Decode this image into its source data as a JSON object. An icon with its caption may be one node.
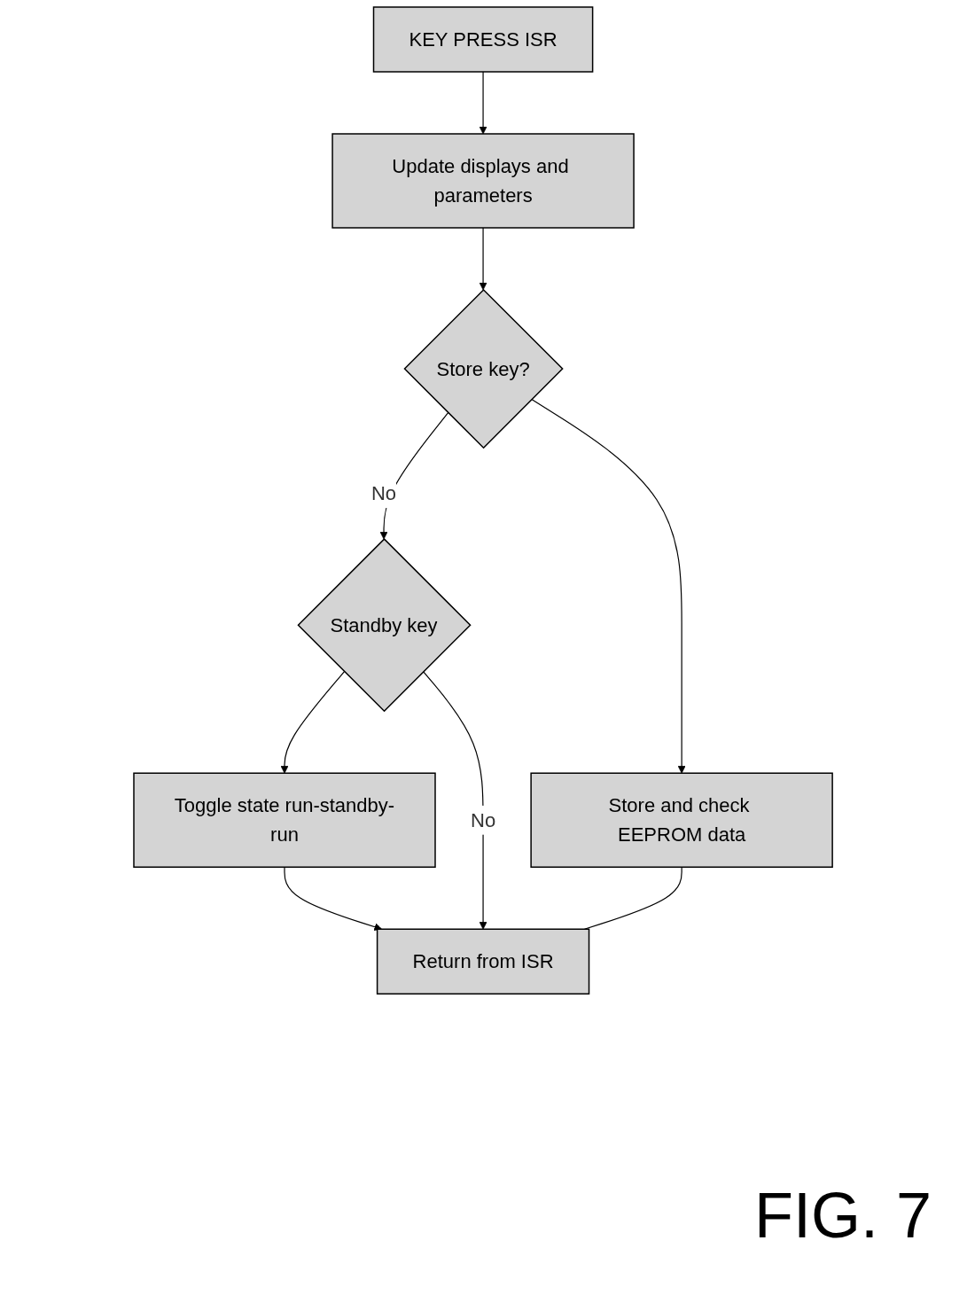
{
  "diagram": {
    "caption": "FIG. 7",
    "nodes": [
      {
        "text": [
          "KEY PRESS ISR"
        ]
      },
      {
        "text": [
          "Update displays and parameters"
        ]
      },
      {
        "text": [
          "Store key?"
        ]
      },
      {
        "text": [
          "Store and check EEPROM data"
        ]
      },
      {
        "text": [
          "Standby key"
        ]
      },
      {
        "text": [
          "Toggle state run-standby-run"
        ]
      },
      {
        "text": [
          "Return from ISR"
        ]
      }
    ],
    "edges": [
      {
        "from": 0,
        "to": 1,
        "arrow": "to"
      },
      {
        "from": 1,
        "to": 2,
        "arrow": "to"
      },
      {
        "from": 2,
        "to": 3,
        "arrow": "to"
      },
      {
        "from": 2,
        "to": 4,
        "arrow": "to",
        "label": "No"
      },
      {
        "from": 4,
        "to": 5,
        "arrow": "to"
      },
      {
        "from": 5,
        "to": 6,
        "arrow": "to"
      },
      {
        "from": 4,
        "to": 6,
        "arrow": "to",
        "label": "No"
      },
      {
        "from": 3,
        "to": 6,
        "arrow": "none"
      }
    ]
  }
}
